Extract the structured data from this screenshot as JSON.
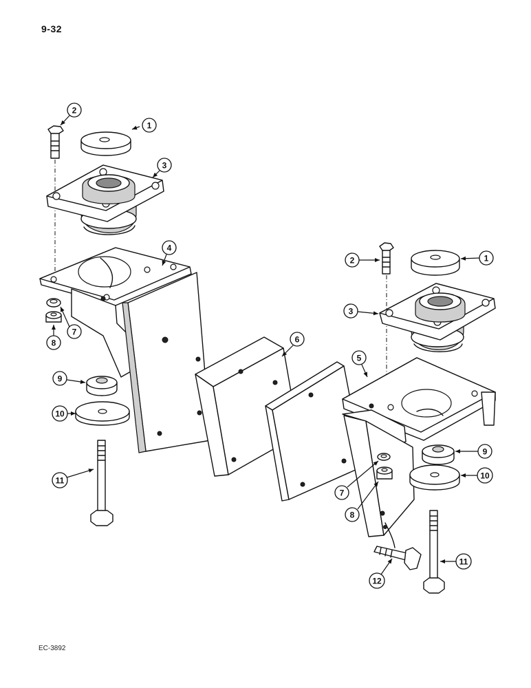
{
  "page": {
    "page_number": "9-32",
    "figure_code": "EC-3892"
  },
  "callouts": [
    {
      "id": "c1-left",
      "label": "1"
    },
    {
      "id": "c2-left",
      "label": "2"
    },
    {
      "id": "c3-left",
      "label": "3"
    },
    {
      "id": "c4",
      "label": "4"
    },
    {
      "id": "c7-left",
      "label": "7"
    },
    {
      "id": "c8-left",
      "label": "8"
    },
    {
      "id": "c9-left",
      "label": "9"
    },
    {
      "id": "c10-left",
      "label": "10"
    },
    {
      "id": "c11-left",
      "label": "11"
    },
    {
      "id": "c6",
      "label": "6"
    },
    {
      "id": "c2-right",
      "label": "2"
    },
    {
      "id": "c1-right",
      "label": "1"
    },
    {
      "id": "c3-right",
      "label": "3"
    },
    {
      "id": "c5",
      "label": "5"
    },
    {
      "id": "c9-right",
      "label": "9"
    },
    {
      "id": "c10-right",
      "label": "10"
    },
    {
      "id": "c7-right",
      "label": "7"
    },
    {
      "id": "c8-right",
      "label": "8"
    },
    {
      "id": "c12",
      "label": "12"
    },
    {
      "id": "c11-right",
      "label": "11"
    }
  ]
}
